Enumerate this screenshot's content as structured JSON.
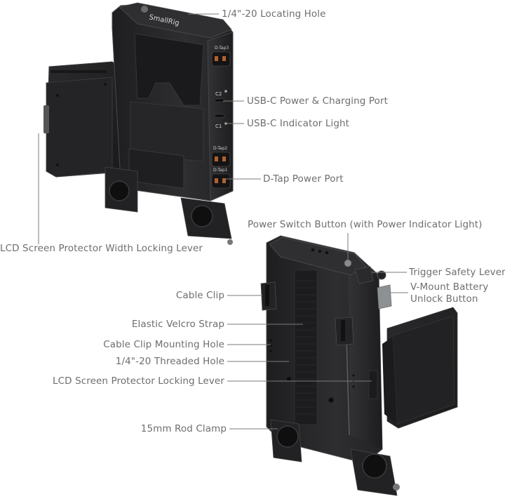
{
  "brand": "SmallRig",
  "top_device": {
    "ports": {
      "dtap_3": "D-Tap3",
      "dtap_2": "D-Tap2",
      "dtap_1": "D-Tap1",
      "usb_c_2": "C2",
      "usb_c_1": "C1"
    },
    "callouts": [
      {
        "id": "locating-hole",
        "text": "1/4\"-20 Locating Hole"
      },
      {
        "id": "usb-c-power-port",
        "text": "USB-C Power & Charging Port"
      },
      {
        "id": "usb-c-indicator",
        "text": "USB-C Indicator Light"
      },
      {
        "id": "dtap-power-port",
        "text": "D-Tap Power Port"
      },
      {
        "id": "lcd-width-lever",
        "text": "LCD Screen Protector Width Locking Lever"
      }
    ]
  },
  "bottom_device": {
    "callouts": [
      {
        "id": "power-switch",
        "text": "Power Switch Button (with Power Indicator Light)"
      },
      {
        "id": "trigger-safety-lever",
        "text": "Trigger Safety Lever"
      },
      {
        "id": "vmount-unlock-line1",
        "text": "V-Mount Battery"
      },
      {
        "id": "vmount-unlock-line2",
        "text": "Unlock Button"
      },
      {
        "id": "cable-clip",
        "text": "Cable Clip"
      },
      {
        "id": "velcro-strap",
        "text": "Elastic Velcro Strap"
      },
      {
        "id": "clip-mounting-hole",
        "text": "Cable Clip Mounting Hole"
      },
      {
        "id": "threaded-hole",
        "text": "1/4\"-20 Threaded Hole"
      },
      {
        "id": "lcd-locking-lever",
        "text": "LCD Screen Protector Locking Lever"
      },
      {
        "id": "rod-clamp",
        "text": "15mm Rod Clamp"
      }
    ]
  },
  "colors": {
    "label_text": "#6e6e6e",
    "leader_line": "#7a7a7a",
    "device_body": "#2b2b2d",
    "device_dark": "#1b1b1c",
    "device_edge": "#4a4a4d",
    "dtap_copper": "#b0622e",
    "unlock_button": "#8d9194"
  }
}
